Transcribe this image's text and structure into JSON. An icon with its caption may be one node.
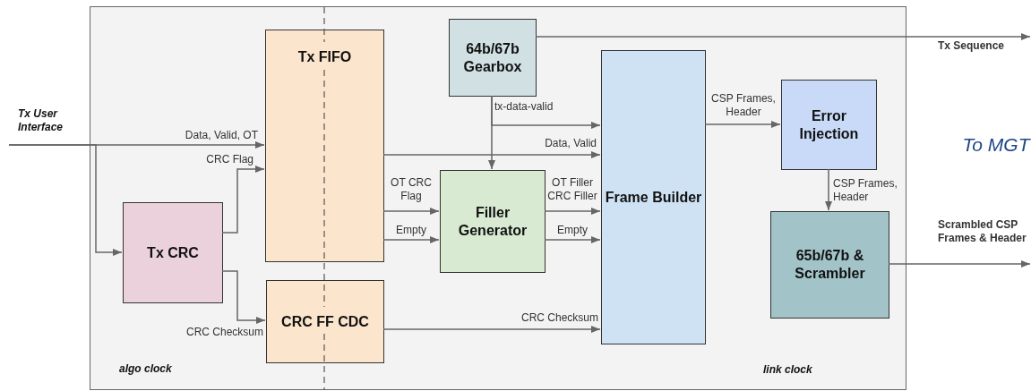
{
  "diagram": {
    "nodes": [
      {
        "text": [
          "algo clock",
          "link clock"
        ]
      },
      {
        "text": [
          "Tx User Interface"
        ]
      },
      {
        "text": [
          "Tx FIFO"
        ],
        "in": 0
      },
      {
        "text": [
          "Tx CRC"
        ],
        "in": 0
      },
      {
        "text": [
          "CRC FF CDC"
        ],
        "in": 0
      },
      {
        "text": [
          "64b/67b Gearbox"
        ],
        "in": 0
      },
      {
        "text": [
          "Filler Generator"
        ],
        "in": 0
      },
      {
        "text": [
          "Frame Builder"
        ],
        "in": 0
      },
      {
        "text": [
          "Error Injection"
        ],
        "in": 0
      },
      {
        "text": [
          "65b/67b & Scrambler"
        ],
        "in": 0
      }
    ],
    "edges": [
      {
        "from": 1,
        "to": 2,
        "arrow": "to",
        "label": "Data, Valid, OT"
      },
      {
        "from": 1,
        "to": 3,
        "arrow": "to"
      },
      {
        "from": 3,
        "to": 2,
        "arrow": "to",
        "label": "CRC Flag"
      },
      {
        "from": 3,
        "to": 4,
        "arrow": "to",
        "label": "CRC Checksum"
      },
      {
        "from": 5,
        "to": null,
        "arrow": "to",
        "label": "Tx Sequence"
      },
      {
        "from": 5,
        "to": 7,
        "arrow": "to",
        "label": "tx-data-valid"
      },
      {
        "from": 5,
        "to": 6,
        "arrow": "to"
      },
      {
        "from": 2,
        "to": 7,
        "arrow": "to",
        "label": "Data, Valid"
      },
      {
        "from": 2,
        "to": 6,
        "arrow": "to",
        "label": "OT CRC Flag"
      },
      {
        "from": 2,
        "to": 6,
        "arrow": "to",
        "label": "Empty"
      },
      {
        "from": 6,
        "to": 7,
        "arrow": "to",
        "label": "OT Filler CRC Filler"
      },
      {
        "from": 6,
        "to": 7,
        "arrow": "to",
        "label": "Empty"
      },
      {
        "from": 4,
        "to": 7,
        "arrow": "to",
        "label": "CRC Checksum"
      },
      {
        "from": 7,
        "to": 8,
        "arrow": "to",
        "label": "CSP Frames, Header"
      },
      {
        "from": 8,
        "to": 9,
        "arrow": "to",
        "label": "CSP Frames, Header"
      },
      {
        "from": 9,
        "to": null,
        "arrow": "to",
        "label": "Scrambled CSP Frames & Header"
      }
    ],
    "labels": [
      "To MGT"
    ]
  }
}
